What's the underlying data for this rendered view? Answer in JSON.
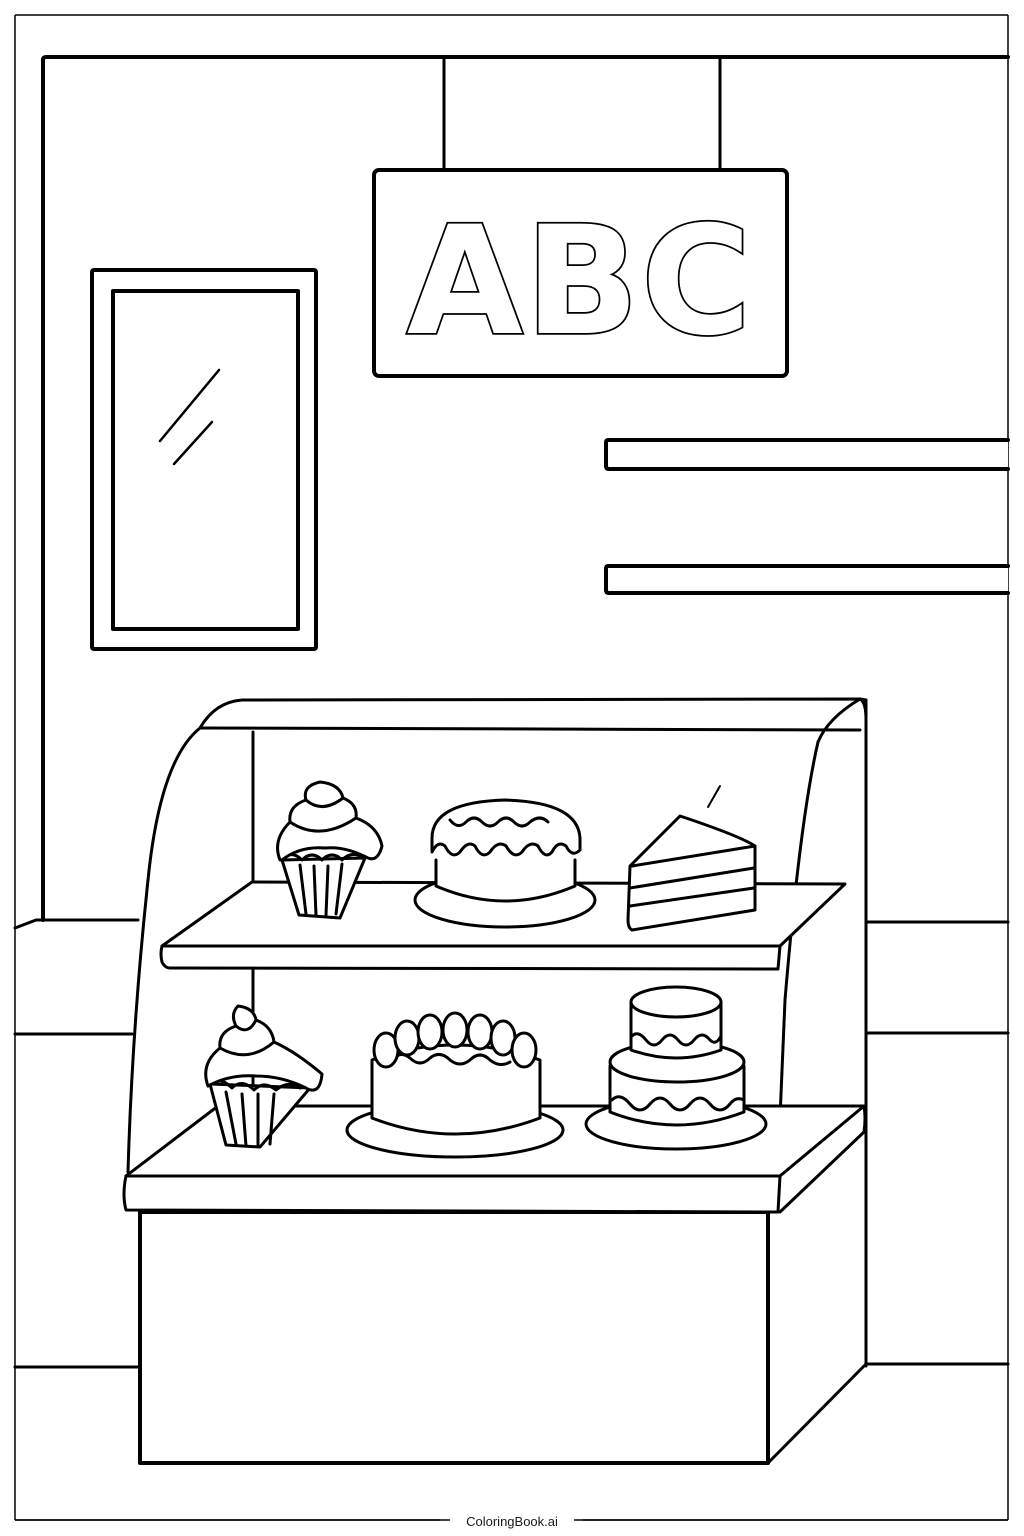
{
  "artwork": {
    "subject": "Bakery display case coloring page",
    "sign": {
      "text": "ABC"
    },
    "display_case": {
      "top_shelf": [
        "cupcake",
        "frosted round cake",
        "layered cake slice"
      ],
      "bottom_shelf": [
        "cupcake",
        "decorated round cake",
        "two-tier cake"
      ]
    },
    "wall_items": [
      "framed window",
      "wall shelf",
      "wall shelf"
    ],
    "colors": {
      "line": "#000000",
      "background": "#ffffff"
    }
  },
  "footer": {
    "watermark": "ColoringBook.ai"
  }
}
